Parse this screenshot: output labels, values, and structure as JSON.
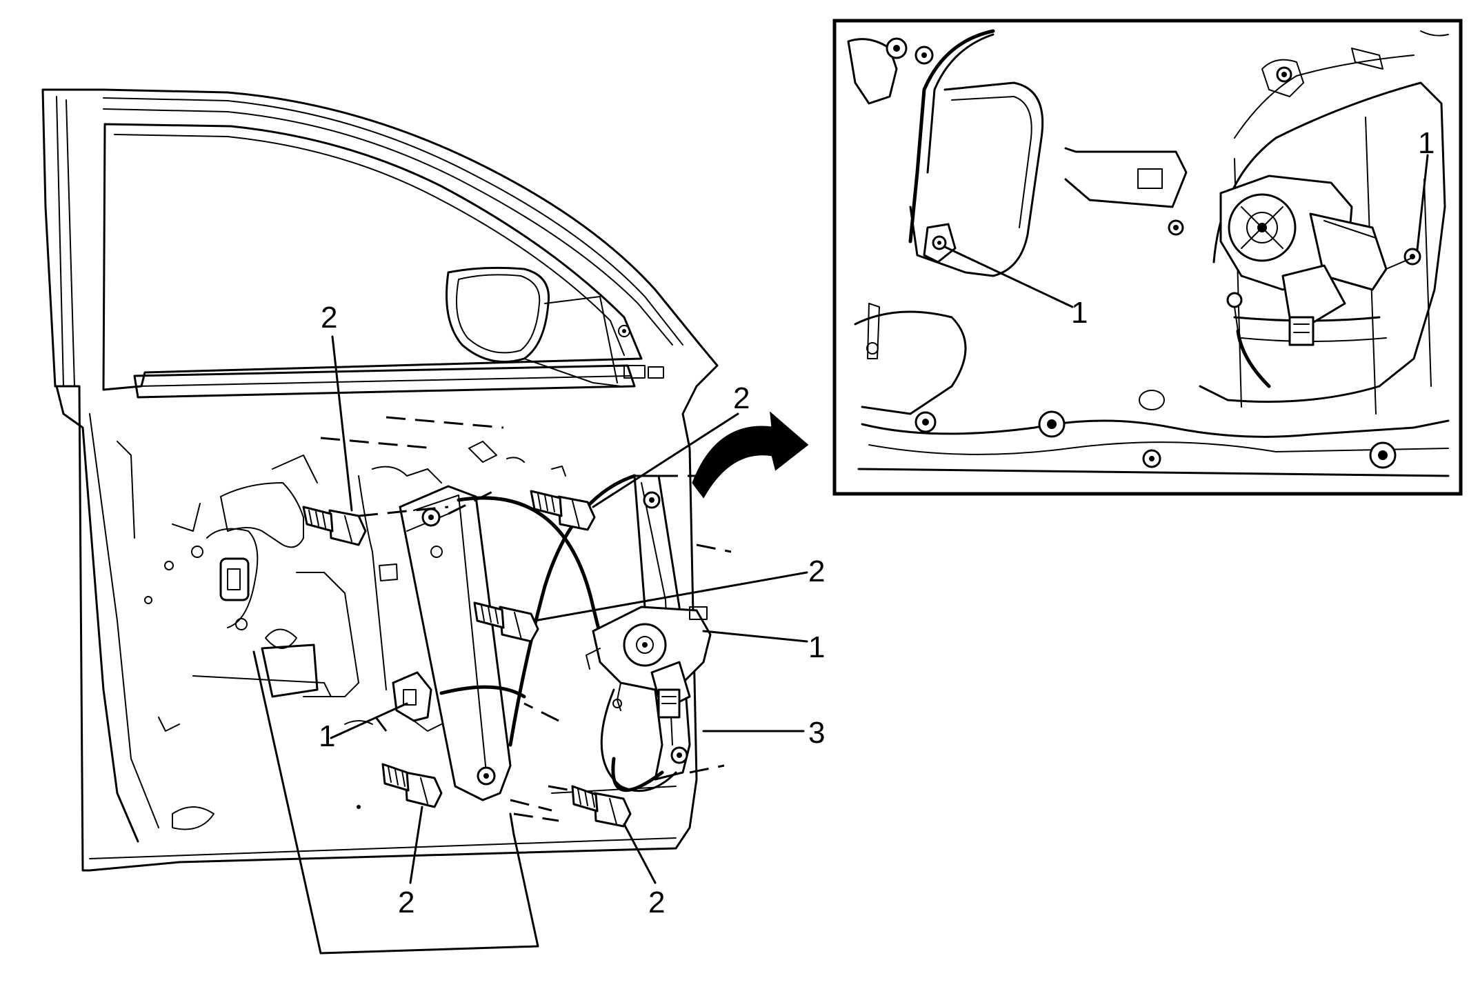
{
  "callouts": {
    "bolt": "2",
    "motor": "1",
    "regulator": "3",
    "inset_motor": "1"
  }
}
